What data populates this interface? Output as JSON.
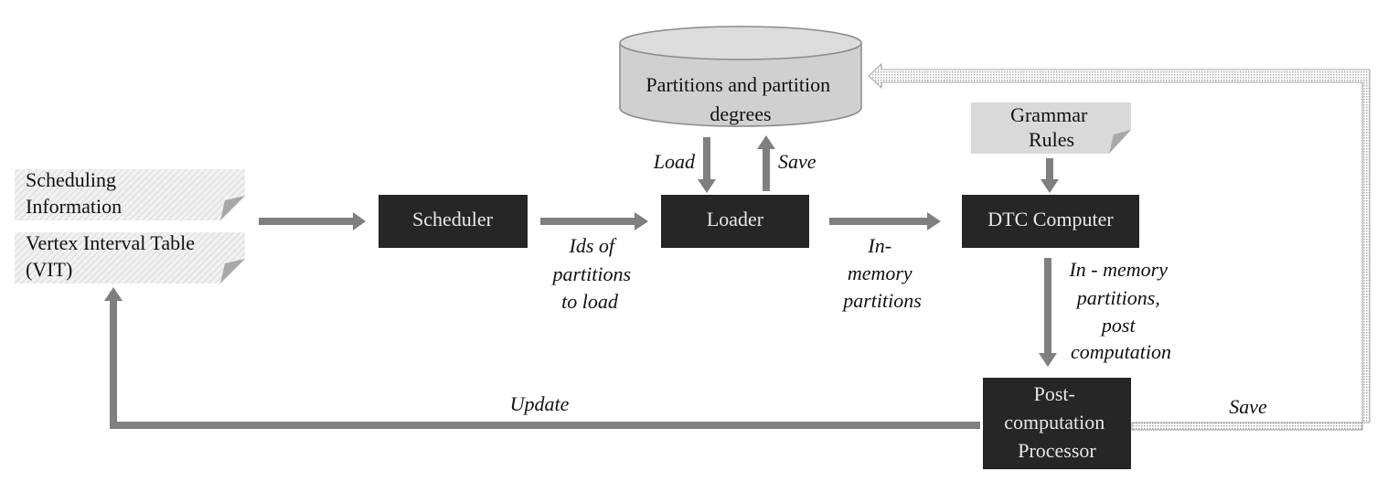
{
  "nodes": {
    "database": {
      "lines": [
        "Partitions and partition",
        "degrees"
      ]
    },
    "grammar_rules": {
      "lines": [
        "Grammar",
        "Rules"
      ]
    },
    "scheduling_info": {
      "lines": [
        "Scheduling",
        "Information"
      ]
    },
    "vit": {
      "lines": [
        "Vertex Interval Table",
        "(VIT)"
      ]
    },
    "scheduler": {
      "label": "Scheduler"
    },
    "loader": {
      "label": "Loader"
    },
    "dtc_computer": {
      "label": "DTC Computer"
    },
    "post_processor": {
      "lines": [
        "Post-",
        "computation",
        "Processor"
      ]
    }
  },
  "edges": {
    "load": {
      "label": "Load"
    },
    "save_loader": {
      "label": "Save"
    },
    "ids": {
      "lines": [
        "Ids of",
        "partitions",
        "to load"
      ]
    },
    "in_memory": {
      "lines": [
        "In-",
        "memory",
        "partitions"
      ]
    },
    "in_memory_post": {
      "lines": [
        "In - memory",
        "partitions,",
        "post",
        "computation"
      ]
    },
    "update": {
      "label": "Update"
    },
    "save_post": {
      "label": "Save"
    }
  },
  "colors": {
    "box_fill": "#262626",
    "box_text": "#e8e8e8",
    "arrow": "#7f7f7f",
    "db_fill": "#d0d0d0",
    "note_fill": "#d9d9d9"
  }
}
